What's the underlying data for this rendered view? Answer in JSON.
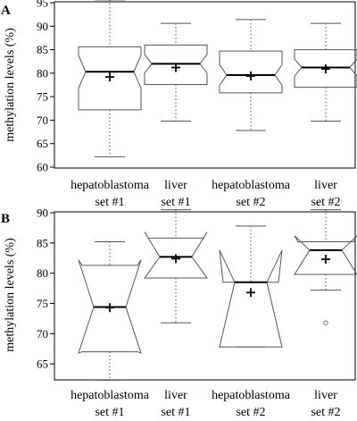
{
  "chart_data": [
    {
      "type": "box",
      "panel_label": "A",
      "ylabel": "methylation levels (%)",
      "ylim": [
        60,
        95
      ],
      "yticks": [
        60,
        65,
        70,
        75,
        80,
        85,
        90,
        95
      ],
      "categories": [
        {
          "line1": "hepatoblastoma",
          "line2": "set #1"
        },
        {
          "line1": "liver",
          "line2": "set #1"
        },
        {
          "line1": "hepatoblastoma",
          "line2": "set #2"
        },
        {
          "line1": "liver",
          "line2": "set #2"
        }
      ],
      "boxes": [
        {
          "min": 62.2,
          "q1": 72.2,
          "median": 80.3,
          "q3": 85.6,
          "max": 95.6,
          "mean": 79.2,
          "notch_low": 76.8,
          "notch_high": 83.8,
          "outliers": []
        },
        {
          "min": 69.8,
          "q1": 77.6,
          "median": 82.0,
          "q3": 86.0,
          "max": 90.6,
          "mean": 81.2,
          "notch_low": 80.0,
          "notch_high": 84.0,
          "outliers": []
        },
        {
          "min": 67.8,
          "q1": 75.8,
          "median": 79.6,
          "q3": 84.7,
          "max": 91.4,
          "mean": 79.4,
          "notch_low": 77.4,
          "notch_high": 81.8,
          "outliers": []
        },
        {
          "min": 69.8,
          "q1": 77.0,
          "median": 81.2,
          "q3": 85.0,
          "max": 90.6,
          "mean": 80.9,
          "notch_low": 79.4,
          "notch_high": 83.0,
          "outliers": []
        }
      ]
    },
    {
      "type": "box",
      "panel_label": "B",
      "ylabel": "methylation levels (%)",
      "ylim": [
        62.5,
        90
      ],
      "yticks": [
        65,
        70,
        75,
        80,
        85,
        90
      ],
      "categories": [
        {
          "line1": "hepatoblastoma",
          "line2": "set #1"
        },
        {
          "line1": "liver",
          "line2": "set #1"
        },
        {
          "line1": "hepatoblastoma",
          "line2": "set #2"
        },
        {
          "line1": "liver",
          "line2": "set #2"
        }
      ],
      "boxes": [
        {
          "min": 62.3,
          "q1": 67.0,
          "median": 74.4,
          "q3": 81.3,
          "max": 85.2,
          "mean": 74.3,
          "notch_low": 67.0,
          "notch_high": 81.3,
          "flare_low": 66.8,
          "flare_high": 82.2,
          "outliers": []
        },
        {
          "min": 71.8,
          "q1": 79.2,
          "median": 82.7,
          "q3": 85.8,
          "max": 90.5,
          "mean": 82.4,
          "notch_low": 80.8,
          "notch_high": 84.6,
          "flare_high": 86.8,
          "outliers": []
        },
        {
          "min": 67.8,
          "q1": 67.8,
          "median": 78.5,
          "q3": 78.5,
          "max": 87.8,
          "mean": 76.8,
          "notch_low": 67.8,
          "notch_high": 78.5,
          "flare_high": 83.8,
          "outliers": []
        },
        {
          "min": 77.2,
          "q1": 79.8,
          "median": 83.8,
          "q3": 85.2,
          "max": 90.5,
          "mean": 82.3,
          "notch_low": 82.5,
          "notch_high": 85.2,
          "flare_high": 86.2,
          "outliers": [
            71.8
          ]
        }
      ]
    }
  ]
}
